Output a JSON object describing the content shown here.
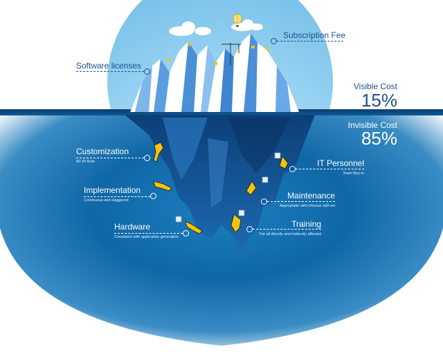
{
  "visible": {
    "label": "Visible Cost",
    "value": "15%"
  },
  "invisible": {
    "label": "Invisible Cost",
    "value": "85%"
  },
  "items": {
    "software_licenses": {
      "title": "Software licenses"
    },
    "subscription_fee": {
      "title": "Subscription Fee"
    },
    "customization": {
      "title": "Customization",
      "note": "80-20 Rule"
    },
    "implementation": {
      "title": "Implementation",
      "note": "Continuous and staggered"
    },
    "hardware": {
      "title": "Hardware",
      "note": "Consistent with application generation"
    },
    "it_personnel": {
      "title": "IT Personnel",
      "note": "Team Buy-in"
    },
    "maintenance": {
      "title": "Maintenance",
      "note": "Appropriate with inhouse skill set"
    },
    "training": {
      "title": "Training",
      "note": "For all directly and indirectly affected"
    }
  },
  "colors": {
    "sky": "#8fcff2",
    "water_surface": "#0e5a93",
    "deep_water": "#0a6aa8",
    "ice_light": "#ffffff",
    "ice_shadow": "#4b8fd6",
    "label_dark": "#1f4f8a"
  },
  "icons": [
    "cloud-icon",
    "hot-air-balloon-icon",
    "crane-icon",
    "diver-icon",
    "gear-box-icon"
  ]
}
